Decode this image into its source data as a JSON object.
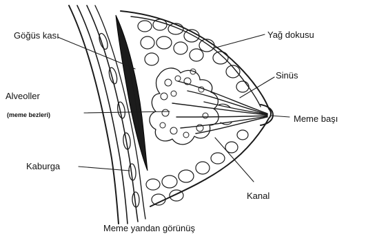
{
  "labels": {
    "gogus_kasi": "Göğüs kası",
    "yag_dokusu": "Yağ dokusu",
    "sinus": "Sinüs",
    "alveoller": "Alveoller",
    "meme_bezleri": "(meme bezleri)",
    "meme_basi": "Meme başı",
    "kaburga": "Kaburga",
    "kanal": "Kanal"
  },
  "caption": "Meme yandan görünüş"
}
